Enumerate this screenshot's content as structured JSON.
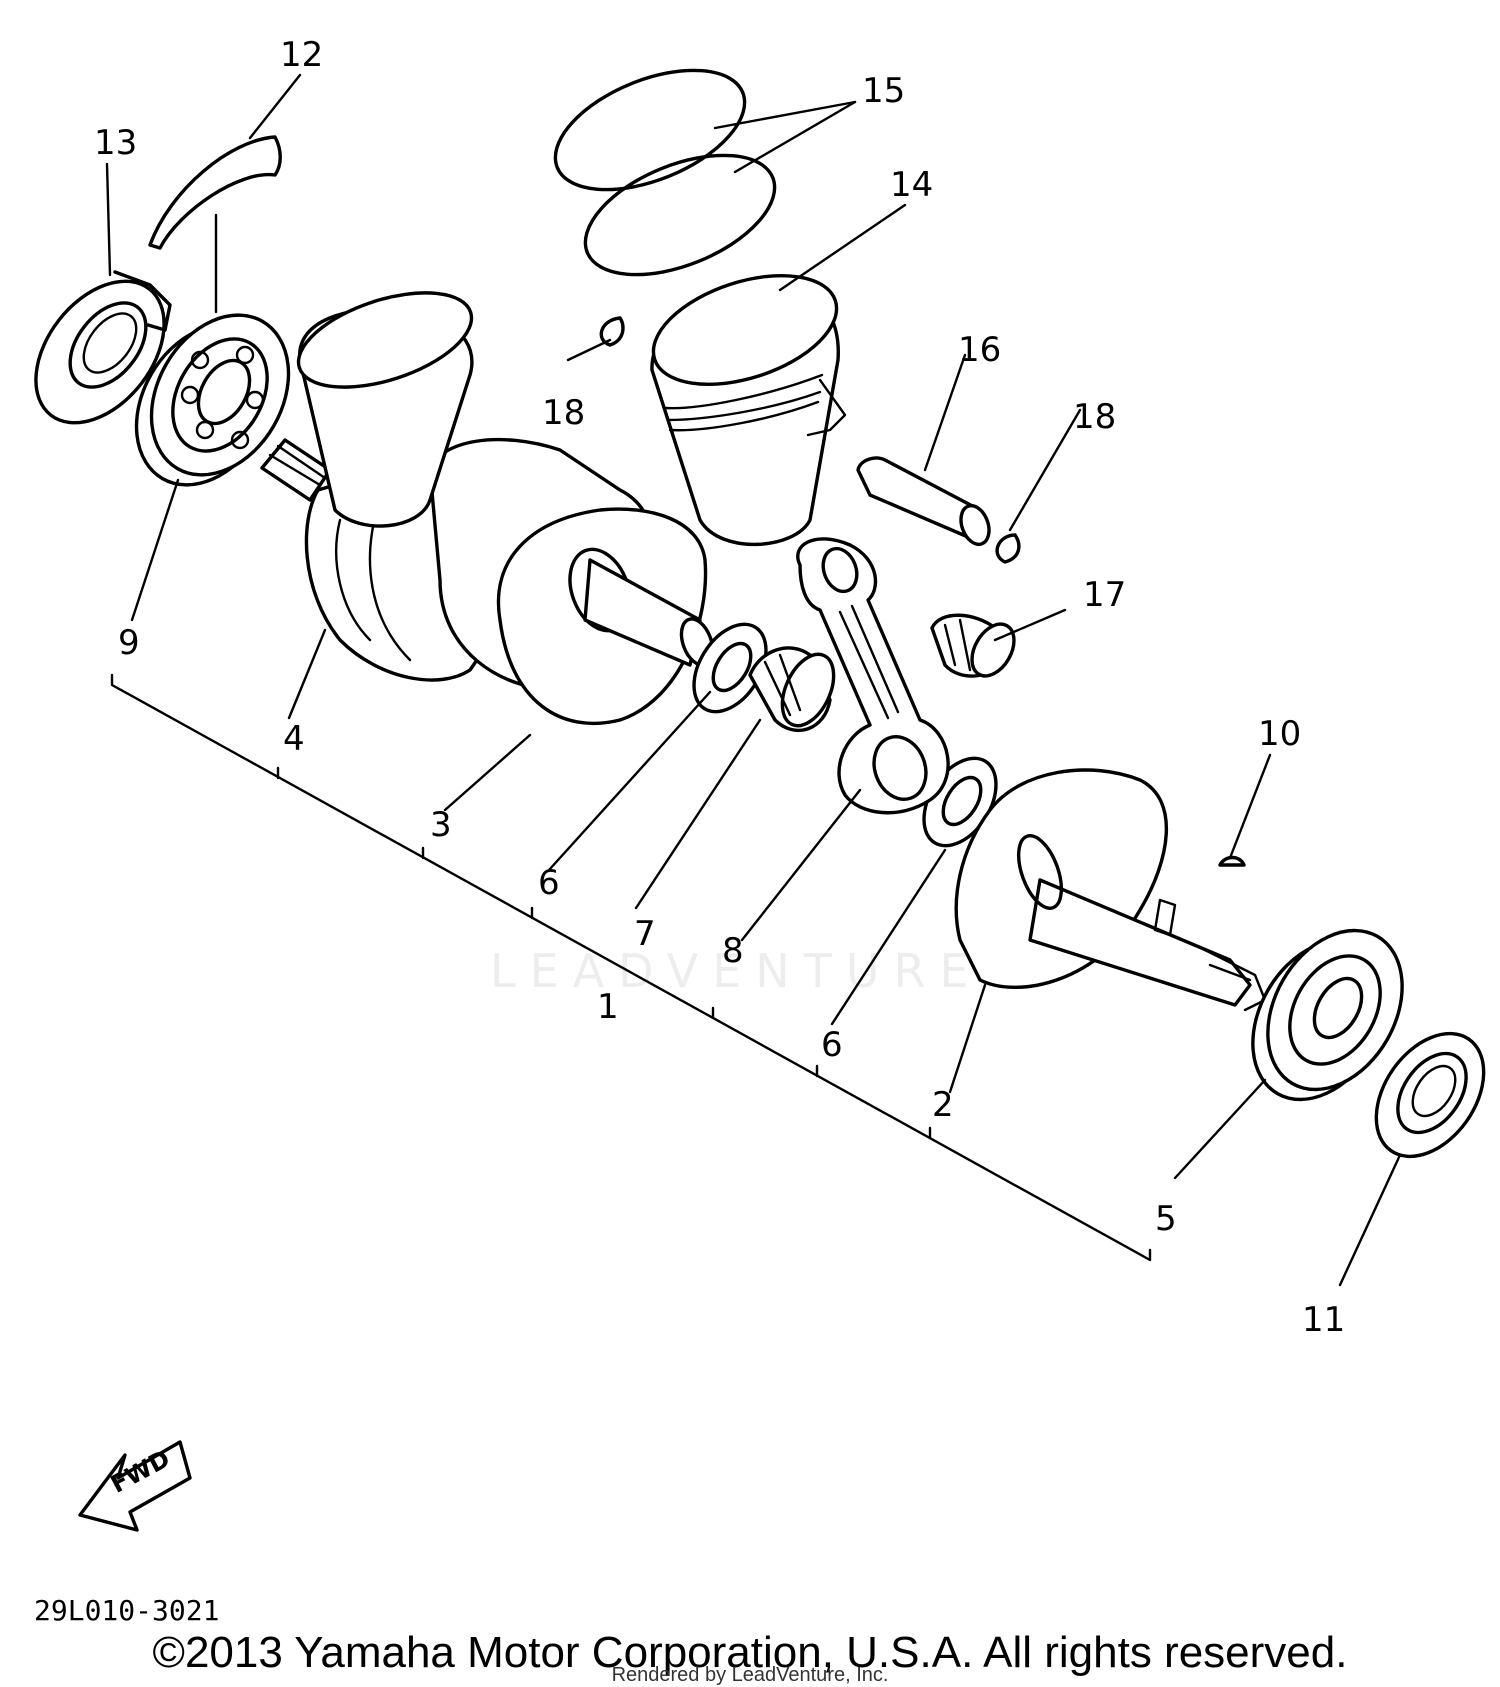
{
  "callouts": [
    "1",
    "2",
    "3",
    "4",
    "5",
    "6",
    "6",
    "7",
    "8",
    "9",
    "10",
    "11",
    "12",
    "13",
    "14",
    "15",
    "16",
    "17",
    "18",
    "18"
  ],
  "fwd_label": "FWD",
  "diagram_code": "29L010-3021",
  "copyright": "©2013 Yamaha Motor Corporation, U.S.A. All rights reserved.",
  "rendered_by": "Rendered by LeadVenture, Inc.",
  "watermark": "LEADVENTURE"
}
